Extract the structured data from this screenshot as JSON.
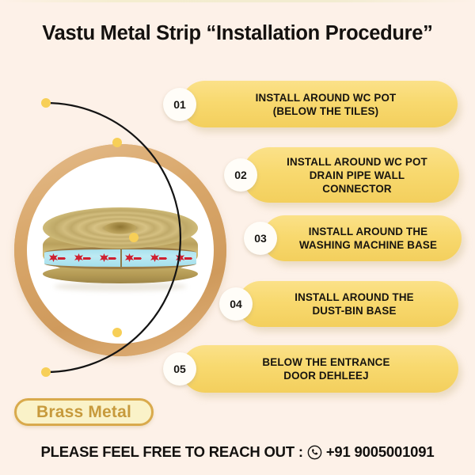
{
  "title": "Vastu Metal Strip “Installation Procedure”",
  "product": {
    "image_alt": "brass-metal-strip-roll",
    "badge_label": "Brass Metal"
  },
  "steps": [
    {
      "number": "01",
      "text": "INSTALL AROUND WC POT\n(BELOW THE TILES)"
    },
    {
      "number": "02",
      "text": "INSTALL AROUND WC POT\nDRAIN PIPE WALL\nCONNECTOR"
    },
    {
      "number": "03",
      "text": "INSTALL AROUND THE\nWASHING MACHINE BASE"
    },
    {
      "number": "04",
      "text": "INSTALL AROUND THE\nDUST-BIN BASE"
    },
    {
      "number": "05",
      "text": "BELOW THE ENTRANCE\nDOOR DEHLEEJ"
    }
  ],
  "footer": {
    "text": "PLEASE FEEL FREE TO REACH OUT :",
    "phone_icon": "phone-circle-icon",
    "phone": "+91 9005001091"
  },
  "colors": {
    "background": "#fdf1e8",
    "pill_yellow": "#f8d96f",
    "ring_tan": "#d9a76a",
    "badge_white": "#fffdf8",
    "brass_border": "#d9aa4c",
    "brass_fill": "#faf2c8",
    "brass_text": "#c79a3c",
    "arc_line": "#141414",
    "arc_dot": "#f7cf57",
    "text_dark": "#17140f"
  }
}
